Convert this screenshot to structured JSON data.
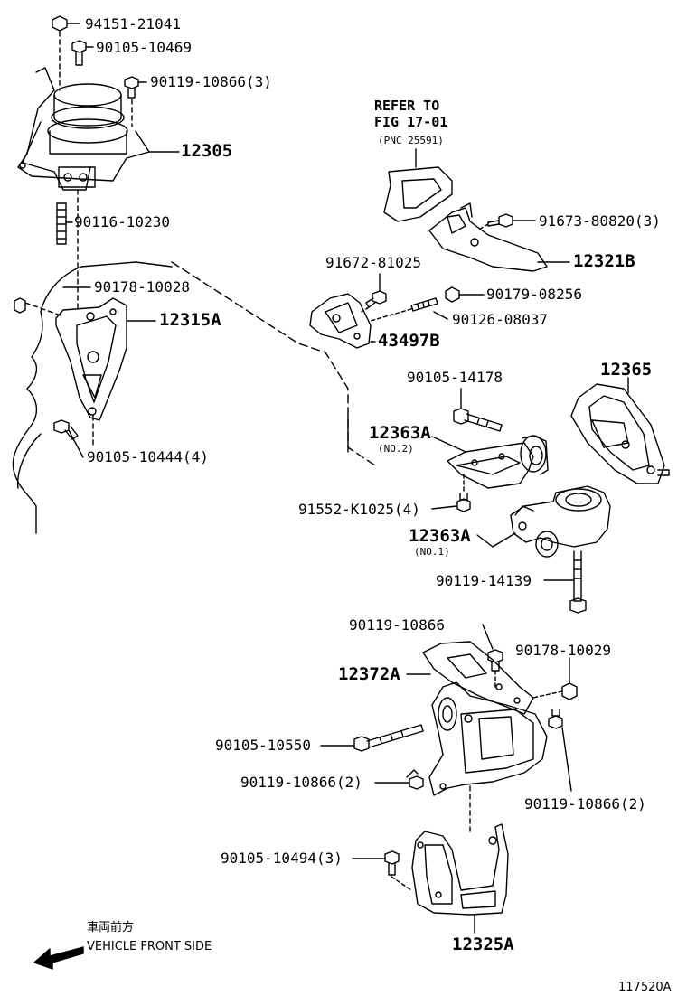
{
  "labels": {
    "p9415121041": "94151-21041",
    "p9010510469": "90105-10469",
    "p9011910866_3": "90119-10866(3)",
    "p12305": "12305",
    "p9011610230": "90116-10230",
    "p9017810028": "90178-10028",
    "p12315A": "12315A",
    "p9010510444_4": "90105-10444(4)",
    "ref_line1": "REFER TO",
    "ref_line2": "FIG 17-01",
    "ref_line3": "(PNC 25591)",
    "p9167380820_3": "91673-80820(3)",
    "p9167281025": "91672-81025",
    "p12321B": "12321B",
    "p9017908256": "90179-08256",
    "p9012608037": "90126-08037",
    "p43497B": "43497B",
    "p9010514178": "90105-14178",
    "p12365": "12365",
    "p12363A_no2": "12363A",
    "no2": "(NO.2)",
    "p91552K1025_4": "91552-K1025(4)",
    "p12363A_no1": "12363A",
    "no1": "(NO.1)",
    "p9011914139": "90119-14139",
    "p9011910866": "90119-10866",
    "p9017810029": "90178-10029",
    "p12372A": "12372A",
    "p9010510550": "90105-10550",
    "p9011910866_2a": "90119-10866(2)",
    "p9011910866_2b": "90119-10866(2)",
    "p9010510494_3": "90105-10494(3)",
    "p12325A": "12325A",
    "front_jp": "車両前方",
    "front_en": "VEHICLE FRONT SIDE",
    "figure_id": "117520A"
  }
}
